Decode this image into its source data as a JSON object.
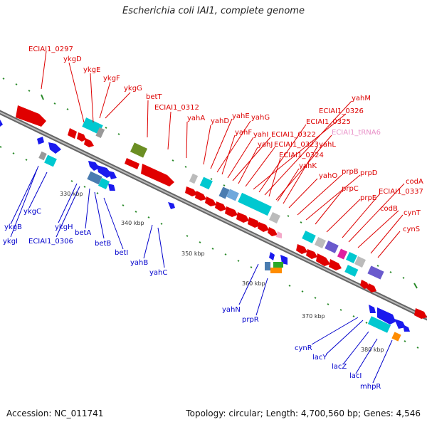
{
  "title": "Escherichia coli IAI1, complete genome",
  "footer": {
    "accession": "Accession: NC_011741",
    "info": "Topology: circular; Length: 4,700,560 bp; Genes: 4,546"
  },
  "colors": {
    "forward": "#dd0000",
    "reverse": "#0000cc",
    "trna": "#e890c8",
    "backbone": "#888888",
    "ticks": "#228822"
  },
  "ticks": [
    "330 kbp",
    "340 kbp",
    "350 kbp",
    "360 kbp",
    "370 kbp",
    "380 kbp"
  ],
  "forward_labels": [
    "ECIAI1_0297",
    "ykgD",
    "ykgE",
    "ykgF",
    "ykgG",
    "betT",
    "ECIAI1_0312",
    "yahA",
    "yahD",
    "yahE",
    "yahG",
    "yahF",
    "yahI",
    "ECIAI1_0322",
    "yahJ",
    "ECIAI1_0323",
    "ECIAI1_0326",
    "ECIAI1_0325",
    "yahM",
    "ECIAI1_tRNA6",
    "yahL",
    "ECIAI1_0324",
    "yahK",
    "yahO",
    "prpB",
    "prpD",
    "prpC",
    "prpE",
    "ECIAI1_0337",
    "codA",
    "codB",
    "cynT",
    "cynS"
  ],
  "reverse_labels": [
    "ykgB",
    "ykgI",
    "ykgC",
    "ykgH",
    "ECIAI1_0306",
    "betA",
    "betB",
    "betI",
    "yahB",
    "yahC",
    "yahN",
    "prpR",
    "cynR",
    "lacY",
    "lacZ",
    "lacI",
    "mhpR"
  ]
}
